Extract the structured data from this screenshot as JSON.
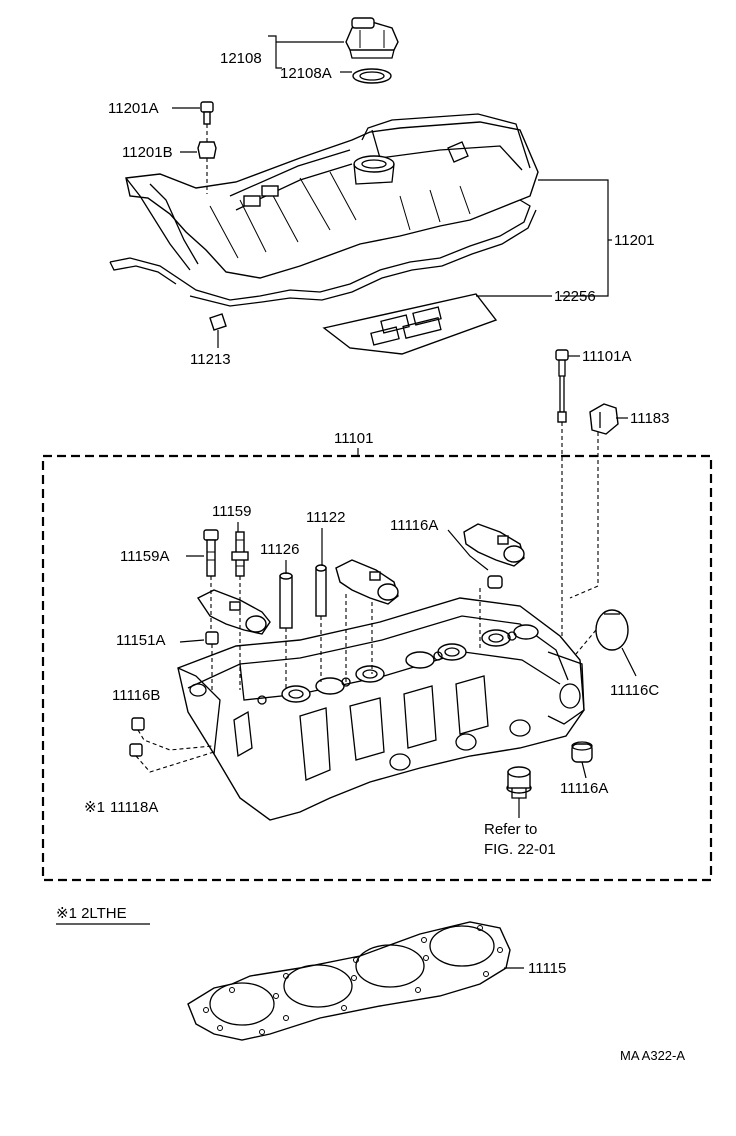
{
  "labels": {
    "p12108": "12108",
    "p12108A": "12108A",
    "p11201A": "11201A",
    "p11201B": "11201B",
    "p11201": "11201",
    "p12256": "12256",
    "p11213": "11213",
    "p11101A": "11101A",
    "p11183": "11183",
    "p11101": "11101",
    "p11159": "11159",
    "p11122": "11122",
    "p11116A_top": "11116A",
    "p11159A": "11159A",
    "p11126": "11126",
    "p11151A": "11151A",
    "p11116C": "11116C",
    "p11116B": "11116B",
    "p11116A_bottom": "11116A",
    "p11118A": "11118A",
    "note_mark": "※1",
    "refer_line1": "Refer to",
    "refer_line2": "FIG. 22-01",
    "engine_note": "※1 2LTHE",
    "p11115": "11115",
    "figure_code": "MA  A322-A"
  }
}
